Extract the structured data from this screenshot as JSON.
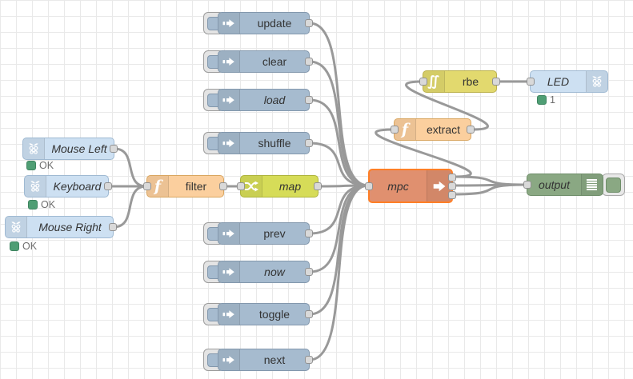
{
  "canvas": {
    "grid_size": 20,
    "background": "#ffffff",
    "grid_color": "#e9e9e9",
    "wire_color": "#999999",
    "status_green": "#4f9e74",
    "selected_border": "#ff7f27"
  },
  "palette": {
    "inject": "#a6bbcf",
    "raspberry_pi": "#cde0f2",
    "function": "#fbcf9e",
    "map": "#d6dc58",
    "rbe": "#e2d96e",
    "debug": "#8aa883",
    "mpc": "#e0906f"
  },
  "nodes": {
    "update": {
      "label": "update",
      "type": "inject",
      "icon": "inject-arrow-icon"
    },
    "clear": {
      "label": "clear",
      "type": "inject",
      "icon": "inject-arrow-icon"
    },
    "load": {
      "label": "load",
      "type": "inject",
      "icon": "inject-arrow-icon"
    },
    "shuffle": {
      "label": "shuffle",
      "type": "inject",
      "icon": "inject-arrow-icon"
    },
    "prev": {
      "label": "prev",
      "type": "inject",
      "icon": "inject-arrow-icon"
    },
    "now": {
      "label": "now",
      "type": "inject",
      "icon": "inject-arrow-icon"
    },
    "toggle": {
      "label": "toggle",
      "type": "inject",
      "icon": "inject-arrow-icon"
    },
    "next": {
      "label": "next",
      "type": "inject",
      "icon": "inject-arrow-icon"
    },
    "mouse_left": {
      "label": "Mouse Left",
      "type": "rpi-input",
      "icon": "raspberry-pi-icon",
      "status": "OK"
    },
    "keyboard": {
      "label": "Keyboard",
      "type": "rpi-input",
      "icon": "raspberry-pi-icon",
      "status": "OK"
    },
    "mouse_right": {
      "label": "Mouse Right",
      "type": "rpi-input",
      "icon": "raspberry-pi-icon",
      "status": "OK"
    },
    "filter": {
      "label": "filter",
      "type": "function",
      "icon": "function-f-icon"
    },
    "map": {
      "label": "map",
      "type": "map",
      "icon": "shuffle-arrows-icon"
    },
    "mpc": {
      "label": "mpc",
      "type": "mpc",
      "icon": "arrow-right-icon",
      "selected": true
    },
    "extract": {
      "label": "extract",
      "type": "function",
      "icon": "function-f-icon"
    },
    "rbe": {
      "label": "rbe",
      "type": "rbe",
      "icon": "hysteresis-icon"
    },
    "led": {
      "label": "LED",
      "type": "rpi-output",
      "icon": "raspberry-pi-icon",
      "status": "1"
    },
    "output": {
      "label": "output",
      "type": "debug",
      "icon": "debug-list-icon"
    }
  },
  "wires": [
    "update -> mpc",
    "clear -> mpc",
    "load -> mpc",
    "shuffle -> mpc",
    "prev -> mpc",
    "now -> mpc",
    "toggle -> mpc",
    "next -> mpc",
    "mouse_left -> filter",
    "keyboard -> filter",
    "mouse_right -> filter",
    "filter -> map",
    "map -> mpc",
    "mpc:1 -> extract",
    "mpc:1 -> output",
    "mpc:2 -> output",
    "mpc:3 -> output",
    "extract -> rbe",
    "rbe -> led"
  ]
}
